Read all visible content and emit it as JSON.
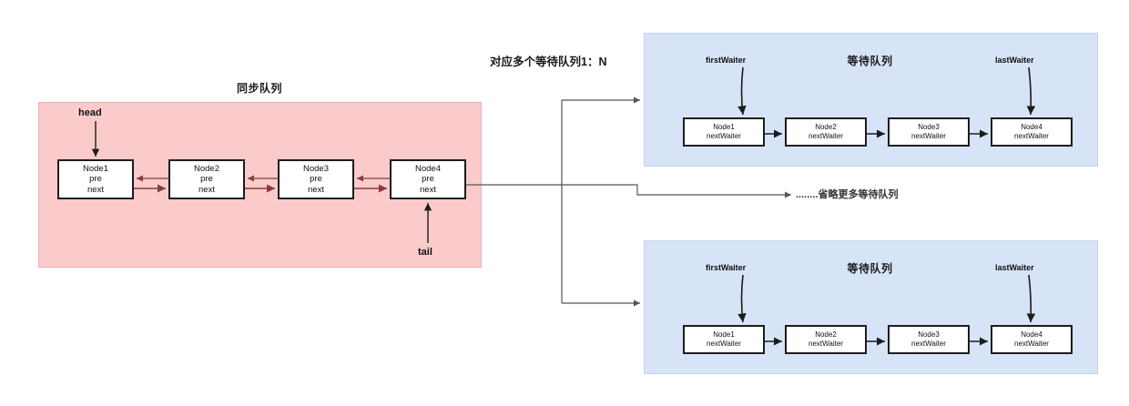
{
  "diagram": {
    "sync_queue": {
      "title": "同步队列",
      "head_label": "head",
      "tail_label": "tail",
      "fill_color": "#fbcbcb",
      "nodes": [
        {
          "name": "Node1",
          "field1": "pre",
          "field2": "next"
        },
        {
          "name": "Node2",
          "field1": "pre",
          "field2": "next"
        },
        {
          "name": "Node3",
          "field1": "pre",
          "field2": "next"
        },
        {
          "name": "Node4",
          "field1": "pre",
          "field2": "next"
        }
      ]
    },
    "relation_note": "对应多个等待队列1：N",
    "omitted_note": "........省略更多等待队列",
    "wait_queues": [
      {
        "title": "等待队列",
        "first_label": "firstWaiter",
        "last_label": "lastWaiter",
        "fill_color": "#d7e4f8",
        "nodes": [
          {
            "name": "Node1",
            "field1": "nextWaiter"
          },
          {
            "name": "Node2",
            "field1": "nextWaiter"
          },
          {
            "name": "Node3",
            "field1": "nextWaiter"
          },
          {
            "name": "Node4",
            "field1": "nextWaiter"
          }
        ]
      },
      {
        "title": "等待队列",
        "first_label": "firstWaiter",
        "last_label": "lastWaiter",
        "fill_color": "#d7e4f8",
        "nodes": [
          {
            "name": "Node1",
            "field1": "nextWaiter"
          },
          {
            "name": "Node2",
            "field1": "nextWaiter"
          },
          {
            "name": "Node3",
            "field1": "nextWaiter"
          },
          {
            "name": "Node4",
            "field1": "nextWaiter"
          }
        ]
      }
    ]
  }
}
